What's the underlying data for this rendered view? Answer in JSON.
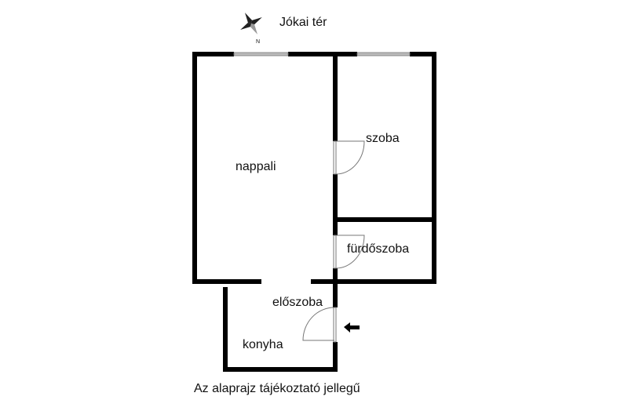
{
  "street": "Jókai tér",
  "compass": {
    "icon": "compass-rose-icon",
    "north_label": "N"
  },
  "rooms": {
    "living_room": "nappali",
    "bedroom": "szoba",
    "bathroom": "fürdőszoba",
    "hall": "előszoba",
    "kitchen": "konyha"
  },
  "footer_note": "Az alaprajz tájékoztató jellegű",
  "entrance_icon": "arrow-left-icon"
}
